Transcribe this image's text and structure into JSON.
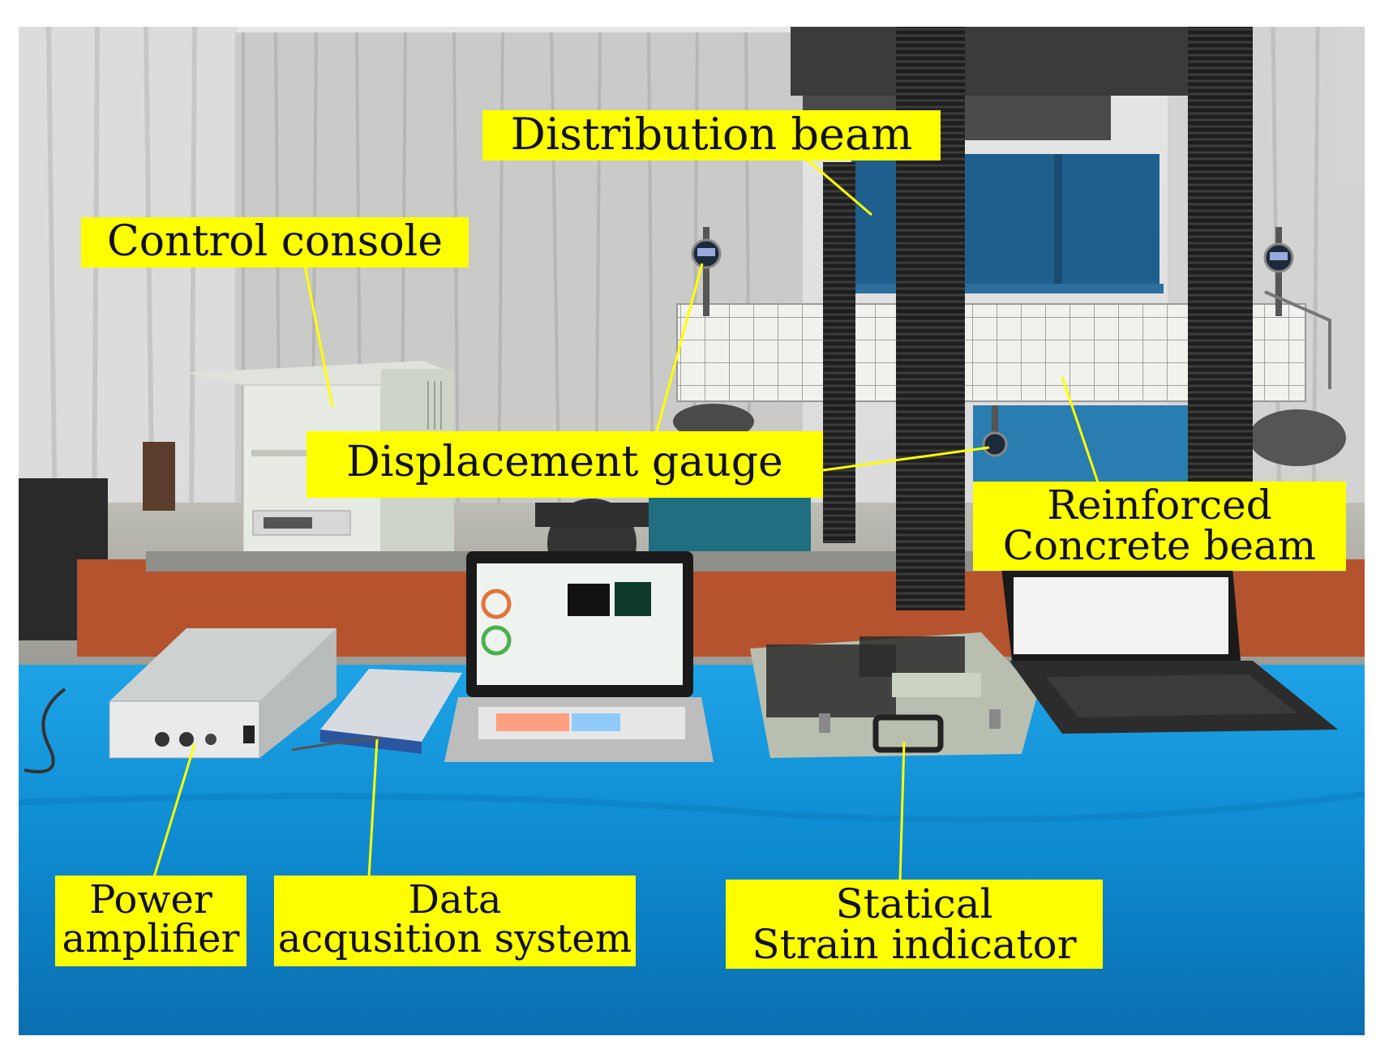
{
  "labels": {
    "distribution_beam": "Distribution beam",
    "control_console": "Control console",
    "displacement_gauge": "Displacement gauge",
    "reinforced_line1": "Reinforced",
    "reinforced_line2": "Concrete beam",
    "power_line1": "Power",
    "power_line2": "amplifier",
    "daq_line1": "Data",
    "daq_line2": "acqusition system",
    "strain_line1": "Statical",
    "strain_line2": "Strain indicator"
  },
  "colors": {
    "label_background": "#ffff00",
    "leader_line": "#ffff00",
    "table_cloth": "#0e8ad0",
    "distribution_beam": "#1f5f8e"
  }
}
